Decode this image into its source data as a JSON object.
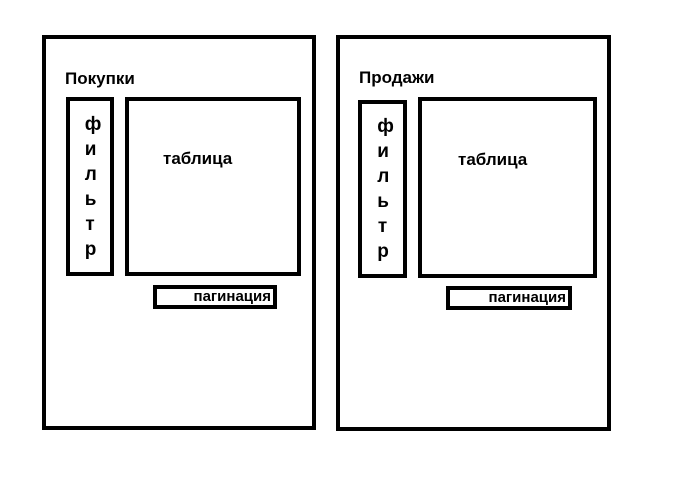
{
  "panels": [
    {
      "title": "Покупки",
      "filter_label": "фильтр",
      "table_label": "таблица",
      "pagination_label": "пагинация"
    },
    {
      "title": "Продажи",
      "filter_label": "фильтр",
      "table_label": "таблица",
      "pagination_label": "пагинация"
    }
  ]
}
